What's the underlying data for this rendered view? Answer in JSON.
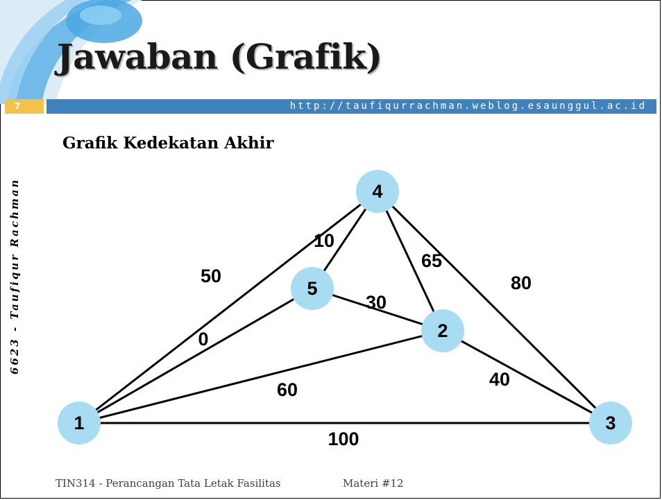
{
  "slide": {
    "title": "Jawaban (Grafik)",
    "number": "7",
    "url": "http://taufiqurrachman.weblog.esaunggul.ac.id",
    "side_text": "6623 - Taufiqur Rachman",
    "subtitle": "Grafik Kedekatan Akhir"
  },
  "colors": {
    "accent_blue": "#3f82bd",
    "accent_yellow": "#f3c24a",
    "node_fill": "#a8dcf2",
    "edge": "#000000"
  },
  "graph": {
    "nodes": [
      {
        "id": "1",
        "label": "1"
      },
      {
        "id": "2",
        "label": "2"
      },
      {
        "id": "3",
        "label": "3"
      },
      {
        "id": "4",
        "label": "4"
      },
      {
        "id": "5",
        "label": "5"
      }
    ],
    "edges": [
      {
        "from": "1",
        "to": "4",
        "label": "50"
      },
      {
        "from": "1",
        "to": "5",
        "label": "0"
      },
      {
        "from": "1",
        "to": "2",
        "label": "60"
      },
      {
        "from": "1",
        "to": "3",
        "label": "100"
      },
      {
        "from": "4",
        "to": "5",
        "label": "10"
      },
      {
        "from": "4",
        "to": "2",
        "label": "65"
      },
      {
        "from": "4",
        "to": "3",
        "label": "80"
      },
      {
        "from": "5",
        "to": "2",
        "label": "30"
      },
      {
        "from": "2",
        "to": "3",
        "label": "40"
      }
    ]
  },
  "footer": {
    "course": "TIN314 - Perancangan Tata Letak Fasilitas",
    "materi": "Materi #12"
  }
}
